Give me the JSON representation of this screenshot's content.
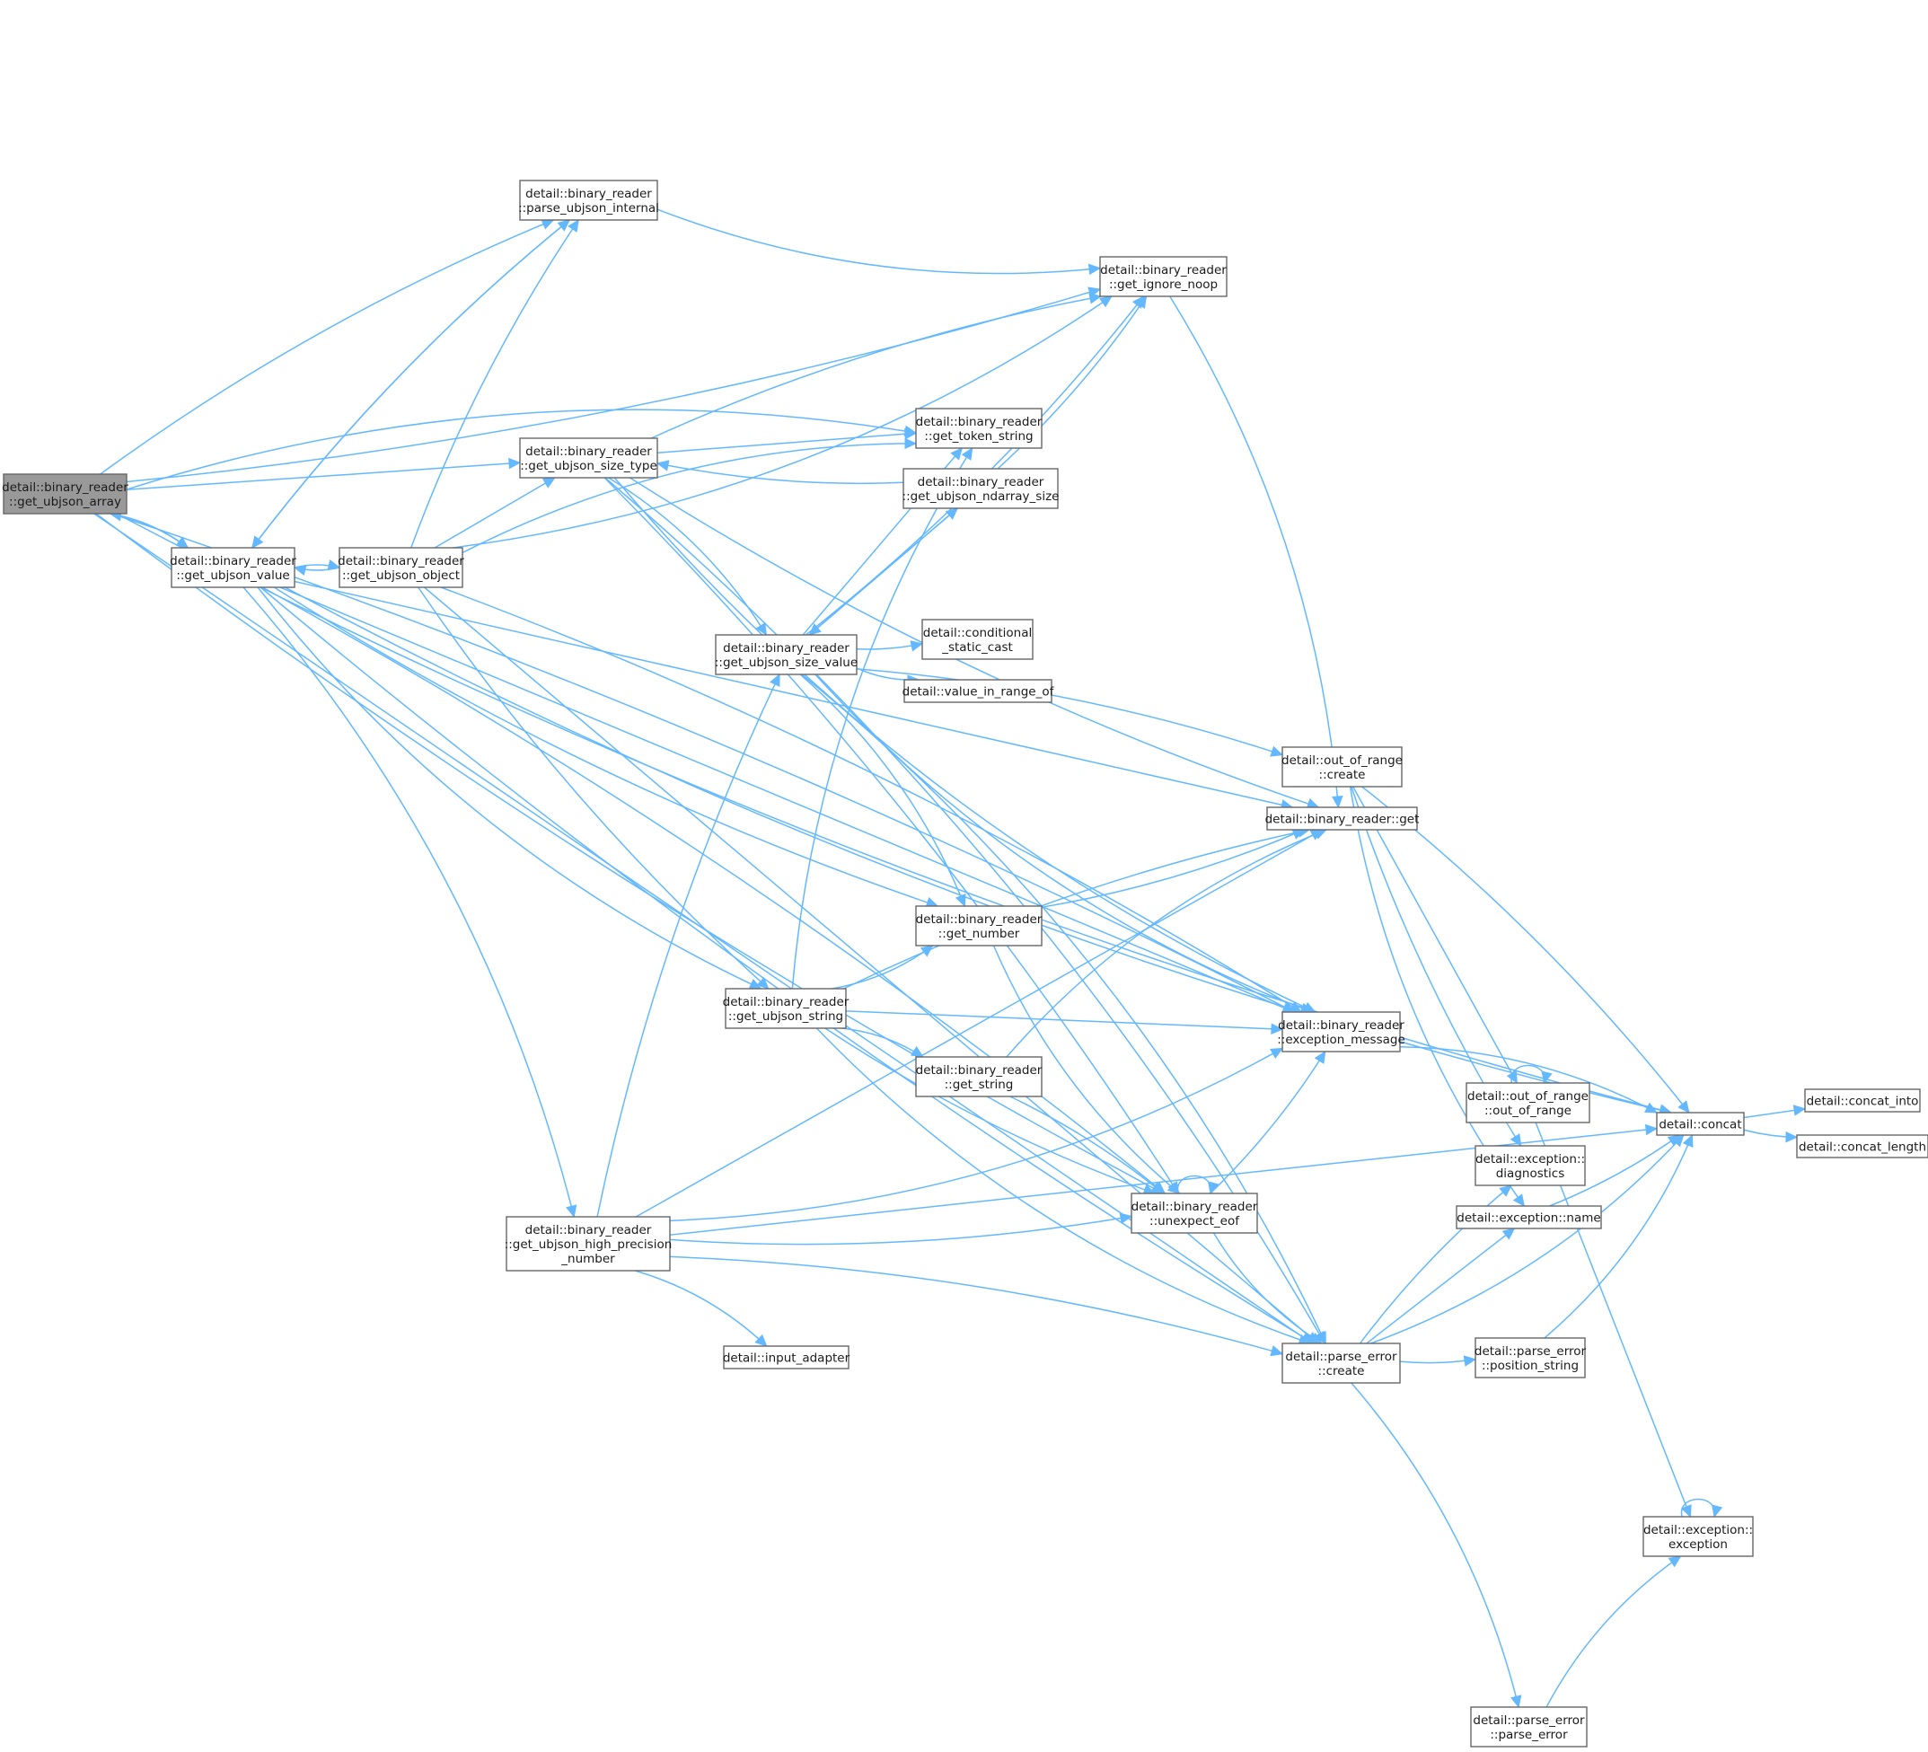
{
  "diagram": {
    "nodes": [
      {
        "id": "get_ubjson_array",
        "lines": [
          "detail::binary_reader",
          "::get_ubjson_array"
        ],
        "root": true
      },
      {
        "id": "get_ubjson_value",
        "lines": [
          "detail::binary_reader",
          "::get_ubjson_value"
        ]
      },
      {
        "id": "get_ubjson_object",
        "lines": [
          "detail::binary_reader",
          "::get_ubjson_object"
        ]
      },
      {
        "id": "parse_ubjson_internal",
        "lines": [
          "detail::binary_reader",
          "::parse_ubjson_internal"
        ]
      },
      {
        "id": "get_ubjson_size_type",
        "lines": [
          "detail::binary_reader",
          "::get_ubjson_size_type"
        ]
      },
      {
        "id": "get_ubjson_size_value",
        "lines": [
          "detail::binary_reader",
          "::get_ubjson_size_value"
        ]
      },
      {
        "id": "get_ubjson_string",
        "lines": [
          "detail::binary_reader",
          "::get_ubjson_string"
        ]
      },
      {
        "id": "get_ubjson_high_precision_number",
        "lines": [
          "detail::binary_reader",
          "::get_ubjson_high_precision",
          "_number"
        ]
      },
      {
        "id": "get_ignore_noop",
        "lines": [
          "detail::binary_reader",
          "::get_ignore_noop"
        ]
      },
      {
        "id": "get_token_string",
        "lines": [
          "detail::binary_reader",
          "::get_token_string"
        ]
      },
      {
        "id": "get_ubjson_ndarray_size",
        "lines": [
          "detail::binary_reader",
          "::get_ubjson_ndarray_size"
        ]
      },
      {
        "id": "conditional_static_cast",
        "lines": [
          "detail::conditional",
          "_static_cast"
        ]
      },
      {
        "id": "value_in_range_of",
        "lines": [
          "detail::value_in_range_of"
        ]
      },
      {
        "id": "get_number",
        "lines": [
          "detail::binary_reader",
          "::get_number"
        ]
      },
      {
        "id": "get_string",
        "lines": [
          "detail::binary_reader",
          "::get_string"
        ]
      },
      {
        "id": "unexpect_eof",
        "lines": [
          "detail::binary_reader",
          "::unexpect_eof"
        ]
      },
      {
        "id": "input_adapter",
        "lines": [
          "detail::input_adapter"
        ]
      },
      {
        "id": "out_of_range_create",
        "lines": [
          "detail::out_of_range",
          "::create"
        ]
      },
      {
        "id": "get",
        "lines": [
          "detail::binary_reader::get"
        ]
      },
      {
        "id": "exception_message",
        "lines": [
          "detail::binary_reader",
          "::exception_message"
        ]
      },
      {
        "id": "parse_error_create",
        "lines": [
          "detail::parse_error",
          "::create"
        ]
      },
      {
        "id": "out_of_range_ctor",
        "lines": [
          "detail::out_of_range",
          "::out_of_range"
        ]
      },
      {
        "id": "exception_diagnostics",
        "lines": [
          "detail::exception::",
          "diagnostics"
        ]
      },
      {
        "id": "exception_name",
        "lines": [
          "detail::exception::name"
        ]
      },
      {
        "id": "position_string",
        "lines": [
          "detail::parse_error",
          "::position_string"
        ]
      },
      {
        "id": "parse_error_ctor",
        "lines": [
          "detail::parse_error",
          "::parse_error"
        ]
      },
      {
        "id": "concat",
        "lines": [
          "detail::concat"
        ]
      },
      {
        "id": "concat_into",
        "lines": [
          "detail::concat_into"
        ]
      },
      {
        "id": "concat_length",
        "lines": [
          "detail::concat_length"
        ]
      },
      {
        "id": "exception_ctor",
        "lines": [
          "detail::exception::",
          "exception"
        ]
      }
    ],
    "edges": [
      [
        "get_ubjson_array",
        "get_ubjson_value"
      ],
      [
        "get_ubjson_array",
        "parse_ubjson_internal"
      ],
      [
        "get_ubjson_array",
        "get_ubjson_size_type"
      ],
      [
        "get_ubjson_array",
        "get_ignore_noop"
      ],
      [
        "get_ubjson_array",
        "concat"
      ],
      [
        "get_ubjson_array",
        "get_token_string"
      ],
      [
        "get_ubjson_array",
        "exception_message"
      ],
      [
        "get_ubjson_array",
        "parse_error_create"
      ],
      [
        "get_ubjson_array",
        "unexpect_eof"
      ],
      [
        "get_ubjson_value",
        "get_ubjson_array"
      ],
      [
        "get_ubjson_value",
        "get_ubjson_object"
      ],
      [
        "get_ubjson_value",
        "parse_ubjson_internal"
      ],
      [
        "get_ubjson_value",
        "get"
      ],
      [
        "get_ubjson_value",
        "get_number"
      ],
      [
        "get_ubjson_value",
        "get_ubjson_string"
      ],
      [
        "get_ubjson_value",
        "get_ubjson_high_precision_number"
      ],
      [
        "get_ubjson_value",
        "unexpect_eof"
      ],
      [
        "get_ubjson_value",
        "exception_message"
      ],
      [
        "get_ubjson_value",
        "parse_error_create"
      ],
      [
        "get_ubjson_value",
        "concat"
      ],
      [
        "get_ubjson_object",
        "get_ubjson_value"
      ],
      [
        "get_ubjson_object",
        "parse_ubjson_internal"
      ],
      [
        "get_ubjson_object",
        "get_ubjson_size_type"
      ],
      [
        "get_ubjson_object",
        "get_ubjson_string"
      ],
      [
        "get_ubjson_object",
        "get_ignore_noop"
      ],
      [
        "get_ubjson_object",
        "get_token_string"
      ],
      [
        "get_ubjson_object",
        "exception_message"
      ],
      [
        "get_ubjson_object",
        "parse_error_create"
      ],
      [
        "parse_ubjson_internal",
        "get_ubjson_value"
      ],
      [
        "parse_ubjson_internal",
        "get_ignore_noop"
      ],
      [
        "get_ubjson_size_type",
        "get_ubjson_size_value"
      ],
      [
        "get_ubjson_size_type",
        "get_ignore_noop"
      ],
      [
        "get_ubjson_size_type",
        "get_token_string"
      ],
      [
        "get_ubjson_size_type",
        "get"
      ],
      [
        "get_ubjson_size_type",
        "exception_message"
      ],
      [
        "get_ubjson_size_type",
        "parse_error_create"
      ],
      [
        "get_ubjson_size_type",
        "unexpect_eof"
      ],
      [
        "get_ubjson_size_value",
        "get_ubjson_ndarray_size"
      ],
      [
        "get_ubjson_size_value",
        "conditional_static_cast"
      ],
      [
        "get_ubjson_size_value",
        "value_in_range_of"
      ],
      [
        "get_ubjson_size_value",
        "get_number"
      ],
      [
        "get_ubjson_size_value",
        "out_of_range_create"
      ],
      [
        "get_ubjson_size_value",
        "get_token_string"
      ],
      [
        "get_ubjson_size_value",
        "get_ignore_noop"
      ],
      [
        "get_ubjson_size_value",
        "exception_message"
      ],
      [
        "get_ubjson_size_value",
        "parse_error_create"
      ],
      [
        "get_ubjson_ndarray_size",
        "get_ubjson_size_type"
      ],
      [
        "get_ubjson_ndarray_size",
        "get_ubjson_size_value"
      ],
      [
        "get_ubjson_ndarray_size",
        "get_ignore_noop"
      ],
      [
        "get_ubjson_string",
        "get_number"
      ],
      [
        "get_ubjson_string",
        "get_string"
      ],
      [
        "get_ubjson_string",
        "get"
      ],
      [
        "get_ubjson_string",
        "exception_message"
      ],
      [
        "get_ubjson_string",
        "unexpect_eof"
      ],
      [
        "get_ubjson_string",
        "parse_error_create"
      ],
      [
        "get_ubjson_string",
        "get_token_string"
      ],
      [
        "get_ubjson_high_precision_number",
        "get_ubjson_size_value"
      ],
      [
        "get_ubjson_high_precision_number",
        "get"
      ],
      [
        "get_ubjson_high_precision_number",
        "unexpect_eof"
      ],
      [
        "get_ubjson_high_precision_number",
        "exception_message"
      ],
      [
        "get_ubjson_high_precision_number",
        "input_adapter"
      ],
      [
        "get_ubjson_high_precision_number",
        "parse_error_create"
      ],
      [
        "get_ubjson_high_precision_number",
        "concat"
      ],
      [
        "get_number",
        "get"
      ],
      [
        "get_number",
        "unexpect_eof"
      ],
      [
        "get_string",
        "get"
      ],
      [
        "get_string",
        "unexpect_eof"
      ],
      [
        "unexpect_eof",
        "unexpect_eof"
      ],
      [
        "unexpect_eof",
        "exception_message"
      ],
      [
        "unexpect_eof",
        "parse_error_create"
      ],
      [
        "get_ignore_noop",
        "get"
      ],
      [
        "out_of_range_create",
        "concat"
      ],
      [
        "out_of_range_create",
        "out_of_range_ctor"
      ],
      [
        "out_of_range_create",
        "exception_diagnostics"
      ],
      [
        "out_of_range_create",
        "exception_name"
      ],
      [
        "exception_message",
        "concat"
      ],
      [
        "parse_error_create",
        "exception_diagnostics"
      ],
      [
        "parse_error_create",
        "exception_name"
      ],
      [
        "parse_error_create",
        "position_string"
      ],
      [
        "parse_error_create",
        "concat"
      ],
      [
        "parse_error_create",
        "parse_error_ctor"
      ],
      [
        "out_of_range_ctor",
        "out_of_range_ctor"
      ],
      [
        "out_of_range_ctor",
        "exception_ctor"
      ],
      [
        "exception_name",
        "concat"
      ],
      [
        "position_string",
        "concat"
      ],
      [
        "parse_error_ctor",
        "exception_ctor"
      ],
      [
        "exception_ctor",
        "exception_ctor"
      ],
      [
        "concat",
        "concat_into"
      ],
      [
        "concat",
        "concat_length"
      ]
    ]
  }
}
